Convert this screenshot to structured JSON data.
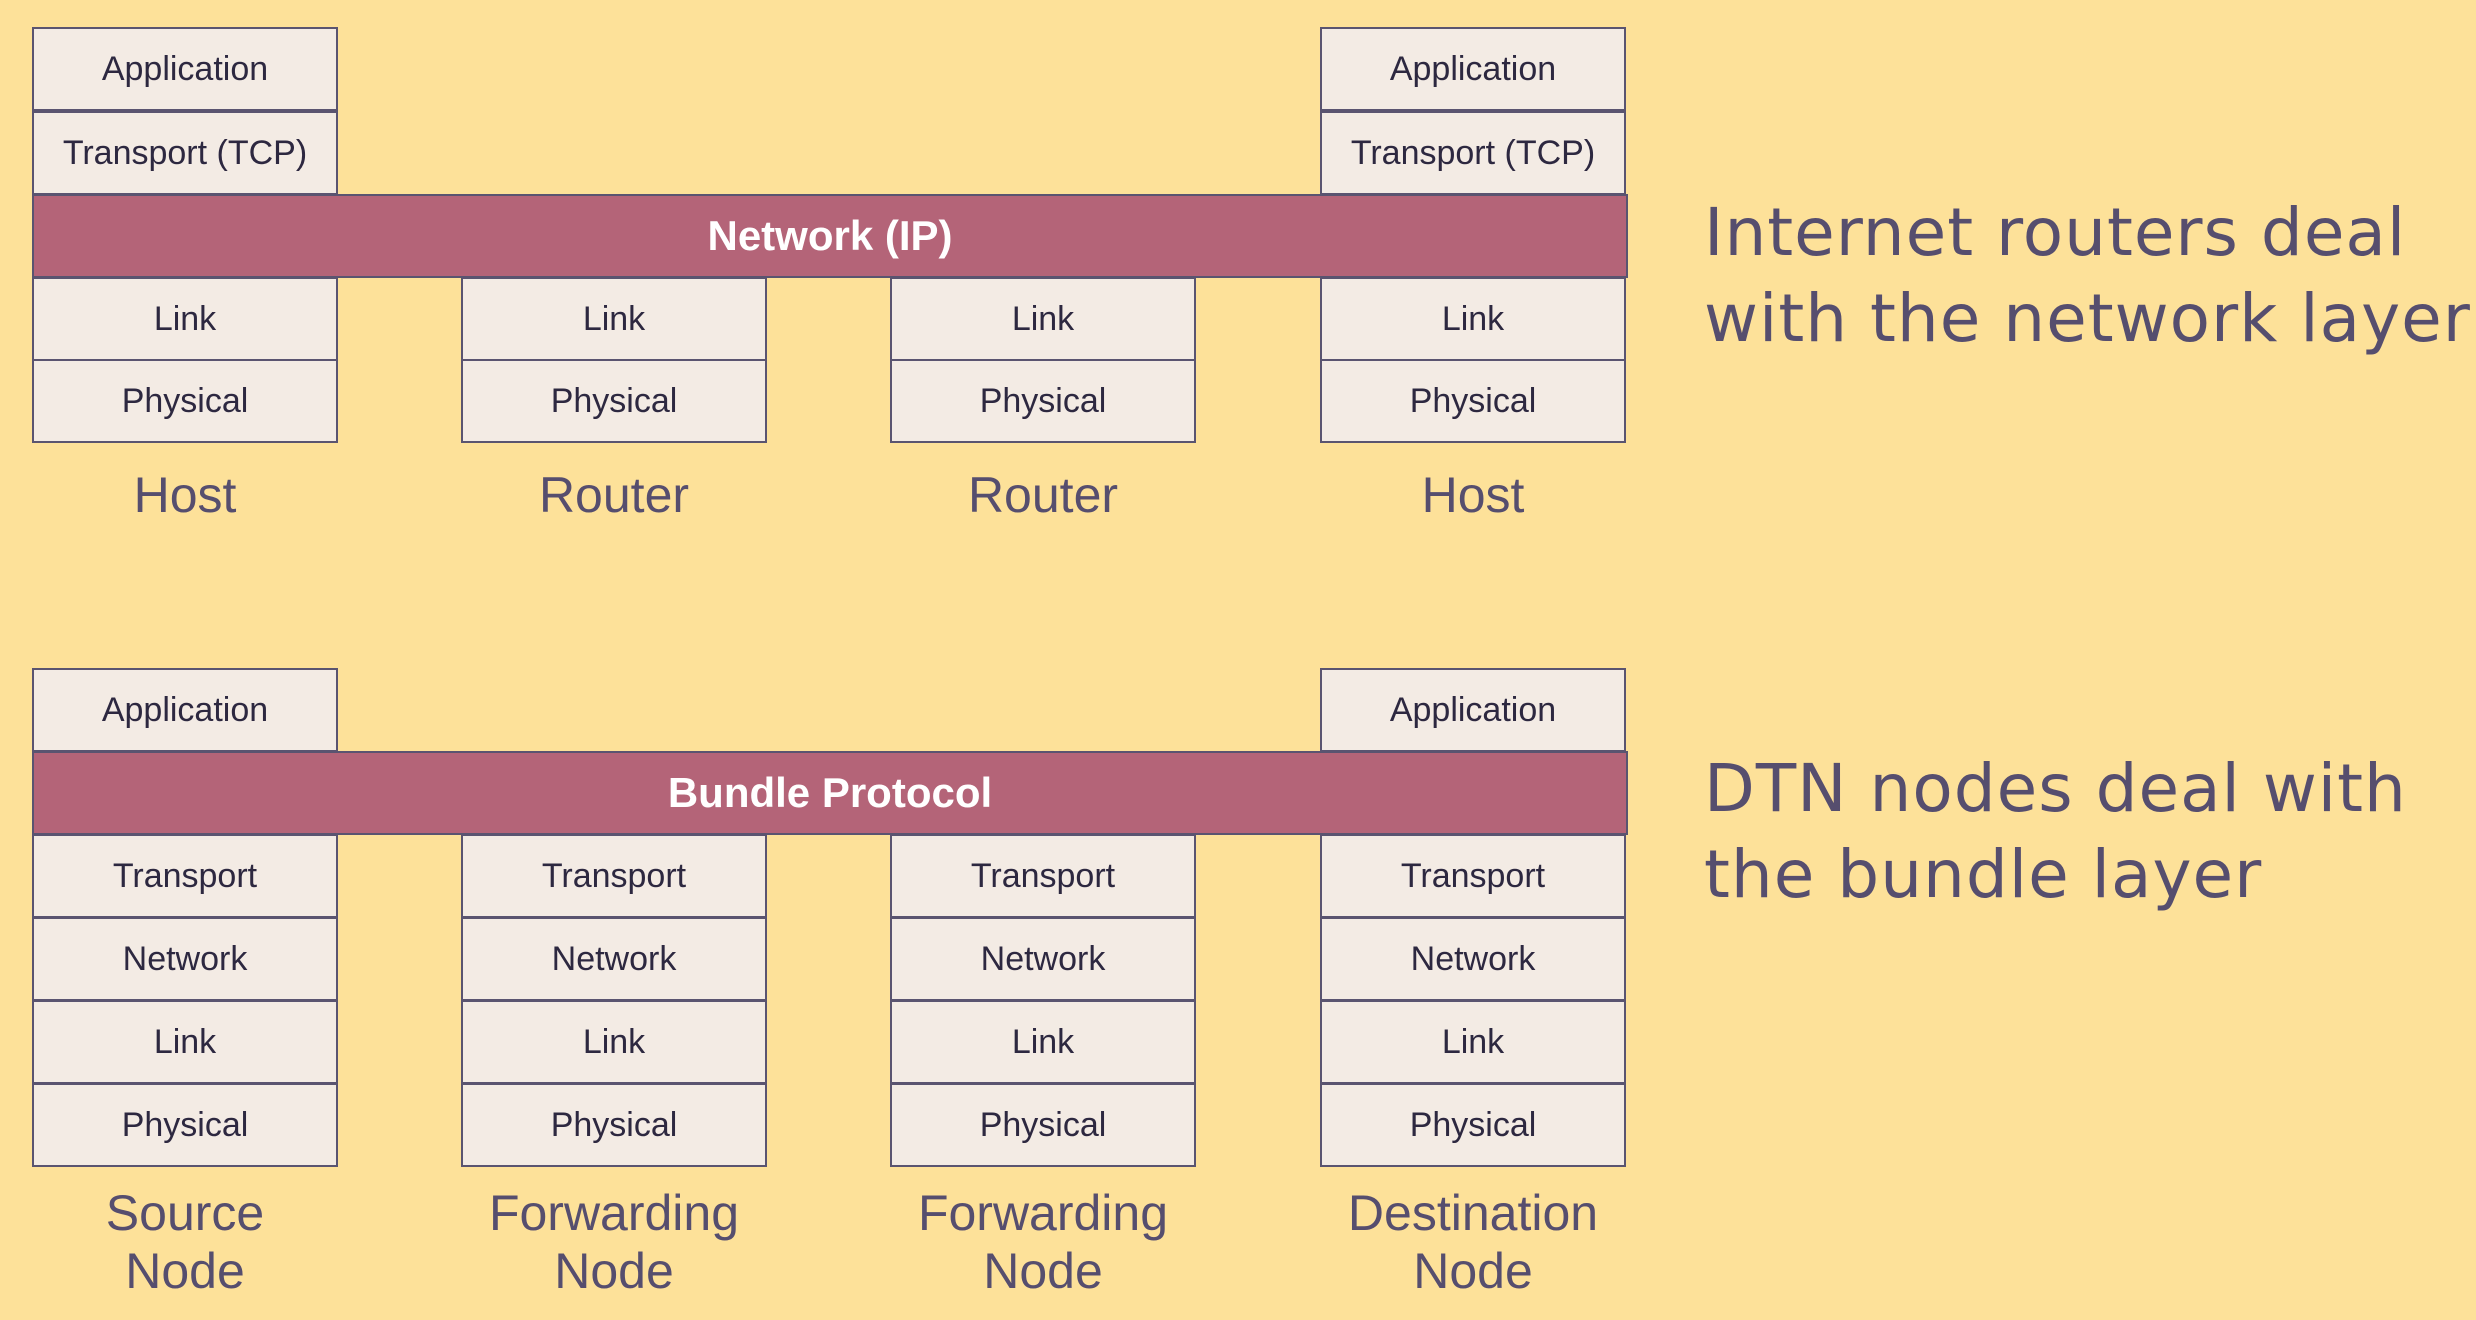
{
  "internet": {
    "caption_line1": "Internet routers deal",
    "caption_line2": "with the network layer",
    "band": "Network (IP)",
    "host_left": {
      "application": "Application",
      "transport": "Transport (TCP)",
      "link": "Link",
      "physical": "Physical",
      "label": "Host"
    },
    "router_1": {
      "link": "Link",
      "physical": "Physical",
      "label": "Router"
    },
    "router_2": {
      "link": "Link",
      "physical": "Physical",
      "label": "Router"
    },
    "host_right": {
      "application": "Application",
      "transport": "Transport (TCP)",
      "link": "Link",
      "physical": "Physical",
      "label": "Host"
    }
  },
  "dtn": {
    "caption_line1": "DTN nodes deal with",
    "caption_line2": "the bundle layer",
    "band": "Bundle Protocol",
    "source": {
      "application": "Application",
      "transport": "Transport",
      "network": "Network",
      "link": "Link",
      "physical": "Physical",
      "label_line1": "Source",
      "label_line2": "Node"
    },
    "forwarding_1": {
      "transport": "Transport",
      "network": "Network",
      "link": "Link",
      "physical": "Physical",
      "label_line1": "Forwarding",
      "label_line2": "Node"
    },
    "forwarding_2": {
      "transport": "Transport",
      "network": "Network",
      "link": "Link",
      "physical": "Physical",
      "label_line1": "Forwarding",
      "label_line2": "Node"
    },
    "destination": {
      "application": "Application",
      "transport": "Transport",
      "network": "Network",
      "link": "Link",
      "physical": "Physical",
      "label_line1": "Destination",
      "label_line2": "Node"
    }
  },
  "colors": {
    "background": "#fde199",
    "layer_fill": "#f3ebe4",
    "band_fill": "#b46478",
    "label_text": "#564e6e"
  }
}
